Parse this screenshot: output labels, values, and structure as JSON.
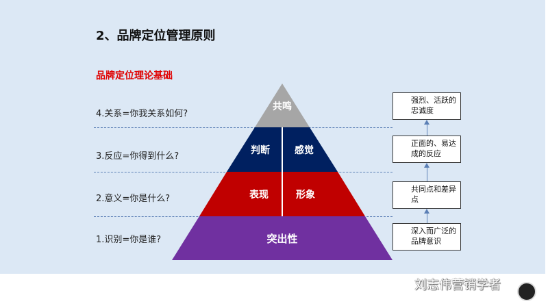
{
  "slide": {
    "title": "2、品牌定位管理原则",
    "subtitle": "品牌定位理论基础"
  },
  "levels": [
    {
      "label": "4.关系=你我关系如何?"
    },
    {
      "label": "3.反应=你得到什么?"
    },
    {
      "label": "2.意义=你是什么?"
    },
    {
      "label": "1.识别=你是谁?"
    }
  ],
  "pyramid": {
    "top": "共鸣",
    "tier2_left": "判断",
    "tier2_right": "感觉",
    "tier3_left": "表现",
    "tier3_right": "形象",
    "base": "突出性",
    "colors": {
      "top": "#a6a6a6",
      "tier2": "#002060",
      "tier3": "#c00000",
      "base": "#7030a0"
    }
  },
  "outcomes": [
    {
      "text": "强烈、活跃的忠诚度"
    },
    {
      "text": "正面的、易达成的反应"
    },
    {
      "text": "共同点和差异点"
    },
    {
      "text": "深入而广泛的品牌意识"
    }
  ],
  "watermark": {
    "text": "刘志伟营销学者",
    "icon": "wechat-icon"
  }
}
